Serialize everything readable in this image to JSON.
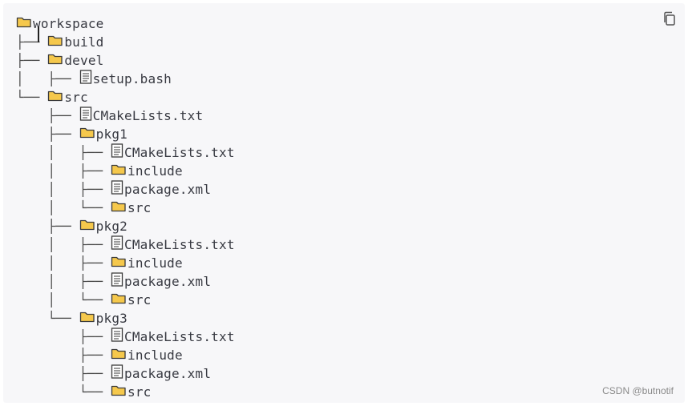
{
  "tree": [
    {
      "prefix": "",
      "icon": "folder-icon",
      "name": "workspace"
    },
    {
      "prefix": "├── ",
      "icon": "folder-icon",
      "name": "build"
    },
    {
      "prefix": "├── ",
      "icon": "folder-icon",
      "name": "devel"
    },
    {
      "prefix": "│   ├── ",
      "icon": "file-icon",
      "name": "setup.bash"
    },
    {
      "prefix": "└── ",
      "icon": "folder-icon",
      "name": "src"
    },
    {
      "prefix": "    ├── ",
      "icon": "file-icon",
      "name": "CMakeLists.txt"
    },
    {
      "prefix": "    ├── ",
      "icon": "folder-icon",
      "name": "pkg1"
    },
    {
      "prefix": "    │   ├── ",
      "icon": "file-icon",
      "name": "CMakeLists.txt"
    },
    {
      "prefix": "    │   ├── ",
      "icon": "folder-icon",
      "name": "include"
    },
    {
      "prefix": "    │   ├── ",
      "icon": "file-icon",
      "name": "package.xml"
    },
    {
      "prefix": "    │   └── ",
      "icon": "folder-icon",
      "name": "src"
    },
    {
      "prefix": "    ├── ",
      "icon": "folder-icon",
      "name": "pkg2"
    },
    {
      "prefix": "    │   ├── ",
      "icon": "file-icon",
      "name": "CMakeLists.txt"
    },
    {
      "prefix": "    │   ├── ",
      "icon": "folder-icon",
      "name": "include"
    },
    {
      "prefix": "    │   ├── ",
      "icon": "file-icon",
      "name": "package.xml"
    },
    {
      "prefix": "    │   └── ",
      "icon": "folder-icon",
      "name": "src"
    },
    {
      "prefix": "    └── ",
      "icon": "folder-icon",
      "name": "pkg3"
    },
    {
      "prefix": "        ├── ",
      "icon": "file-icon",
      "name": "CMakeLists.txt"
    },
    {
      "prefix": "        ├── ",
      "icon": "folder-icon",
      "name": "include"
    },
    {
      "prefix": "        ├── ",
      "icon": "file-icon",
      "name": "package.xml"
    },
    {
      "prefix": "        └── ",
      "icon": "folder-icon",
      "name": "src"
    }
  ],
  "copy_button": {
    "icon": "copy-icon"
  },
  "watermark": "CSDN @butnotif",
  "colors": {
    "folder": "#f5c84c",
    "folder_stroke": "#3a3a3a",
    "file_stroke": "#3a3a3a",
    "text": "#383a42"
  }
}
